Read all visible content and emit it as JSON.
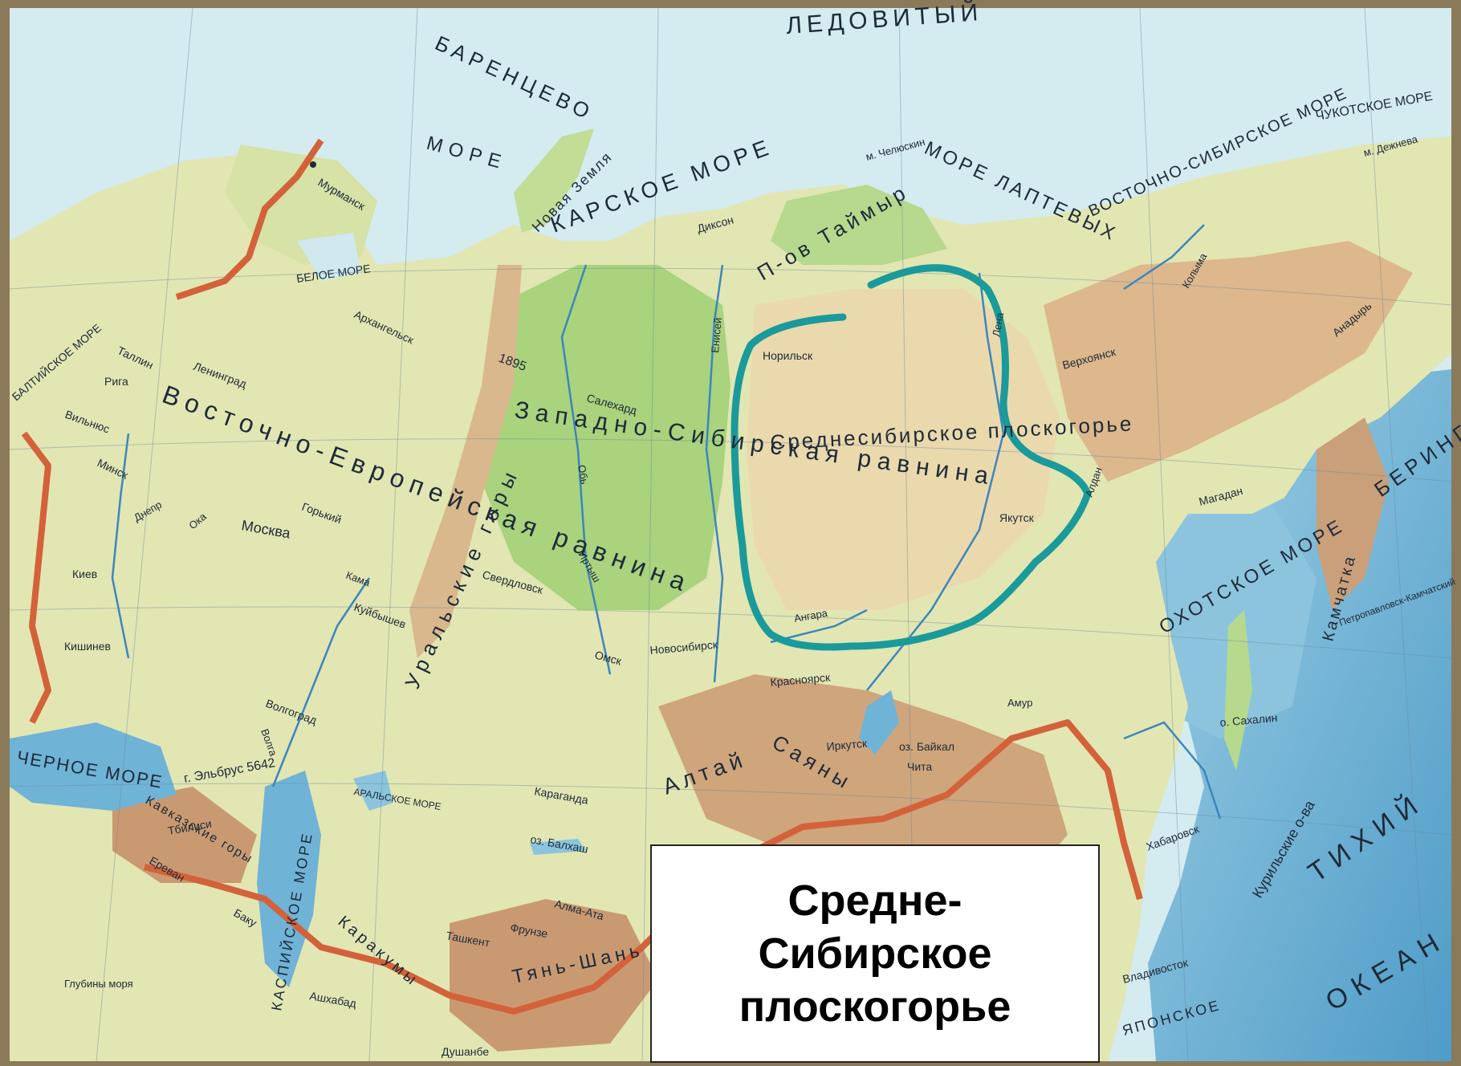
{
  "caption": {
    "line1": "Средне-",
    "line2": "Сибирское",
    "line3": "плоскогорье"
  },
  "colors": {
    "sea": "#cfe9ef",
    "ocean": "#6fb3d6",
    "lowland": "#b9dc8a",
    "plain": "#e4e8b0",
    "upland": "#ead3a5",
    "mountain": "#c9a07a",
    "border": "#d3623a",
    "highlight": "#1a9a9a",
    "frame": "#8a7a5a"
  },
  "labels": {
    "seas": [
      "ЛЕДОВИТЫЙ",
      "БАРЕНЦЕВО",
      "МОРЕ",
      "КАРСКОЕ МОРЕ",
      "МОРЕ ЛАПТЕВЫХ",
      "ВОСТОЧНО-СИБИРСКОЕ МОРЕ",
      "ЧУКОТСКОЕ МОРЕ",
      "ОХОТСКОЕ МОРЕ",
      "БЕРИНГ",
      "ЧЕРНОЕ МОРЕ",
      "КАСПИЙСКОЕ МОРЕ",
      "АРАЛЬСКОЕ МОРЕ",
      "БЕЛОЕ МОРЕ",
      "БАЛТИЙСКОЕ МОРЕ",
      "ЯПОНСКОЕ",
      "ТИХИЙ",
      "ОКЕАН"
    ],
    "regions": [
      "Восточно-Европейская равнина",
      "Западно-Сибирская равнина",
      "Среднесибирское плоскогорье",
      "Уральские горы",
      "П-ов Таймыр",
      "Алтай",
      "Саяны",
      "Тянь-Шань",
      "Каракумы",
      "Новая Земля",
      "Камчатка",
      "Кавказские горы"
    ],
    "cities": [
      "Мурманск",
      "Архангельск",
      "Ленинград",
      "Таллин",
      "Рига",
      "Вильнюс",
      "Минск",
      "Киев",
      "Кишинев",
      "Москва",
      "Горький",
      "Куйбышев",
      "Волгоград",
      "Свердловск",
      "Салехард",
      "Омск",
      "Новосибирск",
      "Красноярск",
      "Иркутск",
      "Чита",
      "Норильск",
      "Якутск",
      "Верхоянск",
      "Магадан",
      "Анадырь",
      "Диксон",
      "Хабаровск",
      "Владивосток",
      "Петропавловск-Камчатский",
      "Караганда",
      "Ташкент",
      "Фрунзе",
      "Алма-Ата",
      "Ашхабад",
      "Баку",
      "Ереван",
      "Тбилиси",
      "Душанбе"
    ],
    "features": [
      "Енисей",
      "Обь",
      "Иртыш",
      "Лена",
      "Ангара",
      "Амур",
      "Волга",
      "Днепр",
      "Кама",
      "Ока",
      "Колыма",
      "Алдан",
      "оз. Байкал",
      "оз. Балхаш",
      "о. Сахалин",
      "Курильские о-ва",
      "м. Челюскин",
      "м. Дежнева",
      "г. Эльбрус 5642",
      "1895",
      "Глубины моря"
    ]
  }
}
